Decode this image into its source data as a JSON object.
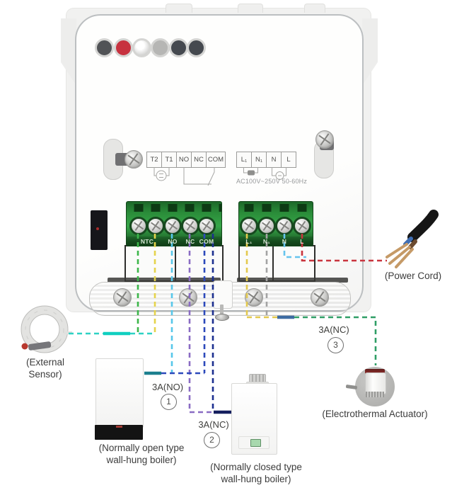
{
  "device": {
    "terminals_top_left": [
      "T2",
      "T1",
      "NO",
      "NC",
      "COM"
    ],
    "terminals_top_right": [
      "L₁",
      "N₁",
      "N",
      "L"
    ],
    "power_rating": "AC100V~250V 50-60Hz",
    "block_left_labels": [
      "NTC",
      "NO",
      "NC",
      "COM"
    ],
    "block_right_labels": [
      "L₁",
      "N₁",
      "N",
      "L"
    ]
  },
  "annotations": {
    "external_sensor": "(External Sensor)",
    "boiler_open_line1": "(Normally open type",
    "boiler_open_line2": "wall-hung boiler)",
    "boiler_closed_line1": "(Normally closed type",
    "boiler_closed_line2": "wall-hung boiler)",
    "power_cord": "(Power Cord)",
    "actuator": "(Electrothermal Actuator)",
    "rating_boiler_open": "3A(NO)",
    "rating_boiler_closed": "3A(NC)",
    "rating_actuator": "3A(NC)",
    "step_1": "1",
    "step_2": "2",
    "step_3": "3"
  },
  "wire_colors": {
    "ntc_a_green": "#3cb64a",
    "ntc_b_yellow": "#e5d34b",
    "no_cyan": "#57c7ea",
    "nc_purple": "#8a6cc3",
    "com_royal_blue": "#2c49bb",
    "com_navy": "#1c2f8f",
    "l1_gold": "#e3c94e",
    "n1_gray": "#a3a3a3",
    "n_light_blue": "#66c4ee",
    "l_red": "#c9353e",
    "sensor_lead_teal": "#2ed2c4",
    "actuator_lead_green": "#2f9e66"
  }
}
